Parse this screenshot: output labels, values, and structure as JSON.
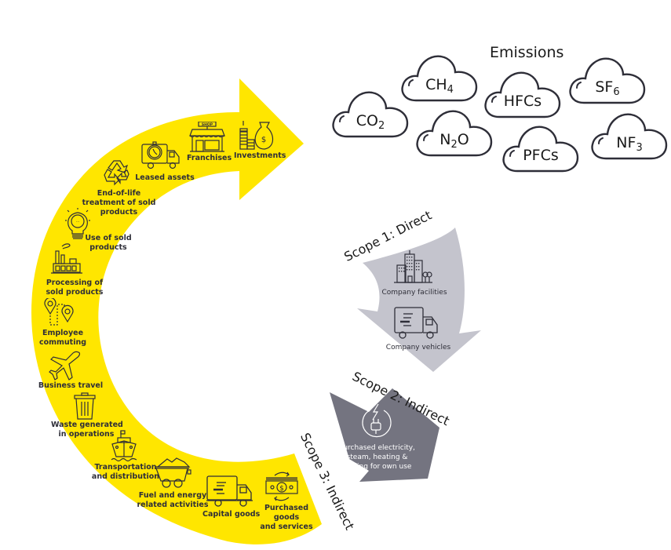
{
  "colors": {
    "scope3": "#ffe600",
    "scope1": "#c4c4cd",
    "scope2": "#747480",
    "ink": "#2e2e38",
    "cloud_stroke": "#2e2e38"
  },
  "emissions": {
    "title": "Emissions",
    "gases": [
      {
        "base": "CO",
        "sub": "2",
        "suffix": ""
      },
      {
        "base": "CH",
        "sub": "4",
        "suffix": ""
      },
      {
        "base": "N",
        "sub": "2",
        "suffix": "O"
      },
      {
        "base": "HFCs",
        "sub": "",
        "suffix": ""
      },
      {
        "base": "PFCs",
        "sub": "",
        "suffix": ""
      },
      {
        "base": "SF",
        "sub": "6",
        "suffix": ""
      },
      {
        "base": "NF",
        "sub": "3",
        "suffix": ""
      }
    ]
  },
  "scope1": {
    "title": "Scope 1: Direct",
    "items": [
      {
        "label": "Company facilities",
        "icon": "buildings-icon"
      },
      {
        "label": "Company vehicles",
        "icon": "truck-icon"
      }
    ]
  },
  "scope2": {
    "title": "Scope 2: Indirect",
    "items": [
      {
        "label_lines": [
          "Purchased electricity,",
          "steam, heating &",
          "cooling for own use"
        ],
        "icon": "electric-plug-icon"
      }
    ]
  },
  "scope3": {
    "title": "Scope 3: Indirect",
    "items": [
      {
        "label_lines": [
          "Purchased",
          "goods",
          "and services"
        ],
        "icon": "money-icon"
      },
      {
        "label_lines": [
          "Capital goods"
        ],
        "icon": "truck-icon"
      },
      {
        "label_lines": [
          "Fuel and energy",
          "related activities"
        ],
        "icon": "mine-cart-icon"
      },
      {
        "label_lines": [
          "Transportation",
          "and distribution"
        ],
        "icon": "ship-icon"
      },
      {
        "label_lines": [
          "Waste generated",
          "in operations"
        ],
        "icon": "trash-bin-icon"
      },
      {
        "label_lines": [
          "Business travel"
        ],
        "icon": "airplane-icon"
      },
      {
        "label_lines": [
          "Employee",
          "commuting"
        ],
        "icon": "map-pins-icon"
      },
      {
        "label_lines": [
          "Processing of",
          "sold products"
        ],
        "icon": "factory-icon"
      },
      {
        "label_lines": [
          "Use of sold",
          "products"
        ],
        "icon": "light-bulb-icon"
      },
      {
        "label_lines": [
          "End-of-life",
          "treatment of sold",
          "products"
        ],
        "icon": "recycle-icon"
      },
      {
        "label_lines": [
          "Leased assets"
        ],
        "icon": "clock-truck-icon"
      },
      {
        "label_lines": [
          "Franchises"
        ],
        "icon": "shop-icon"
      },
      {
        "label_lines": [
          "Investments"
        ],
        "icon": "money-bag-icon"
      }
    ]
  },
  "icon_texts": {
    "shop_sign": "SHOP",
    "dollar": "$"
  }
}
